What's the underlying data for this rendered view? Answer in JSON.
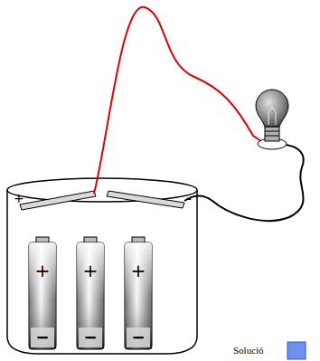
{
  "diagram": {
    "labels": [
      "+",
      "-",
      "+",
      "+",
      "+",
      "−",
      "−",
      "−",
      "Solució"
    ]
  }
}
